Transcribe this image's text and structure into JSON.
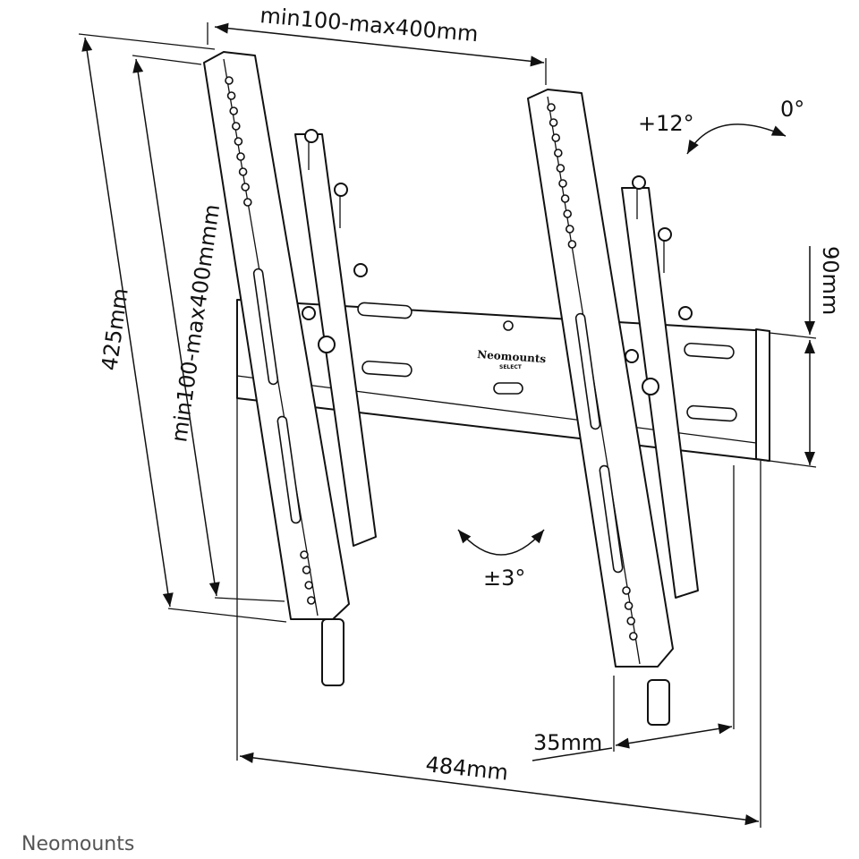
{
  "dimensions": {
    "top_width": "min100-max400mm",
    "total_height": "425mm",
    "rail_range": "min100-max400mmm",
    "plate_height": "90mm",
    "total_width": "484mm",
    "depth": "35mm"
  },
  "angles": {
    "tilt_max": "+12°",
    "tilt_min": "0°",
    "swivel": "±3°"
  },
  "plate_logo": {
    "name": "Neomounts",
    "sub": "SELECT"
  },
  "footer": {
    "brand": "Neomounts"
  },
  "colors": {
    "line": "#111111",
    "brand": "#555555"
  }
}
